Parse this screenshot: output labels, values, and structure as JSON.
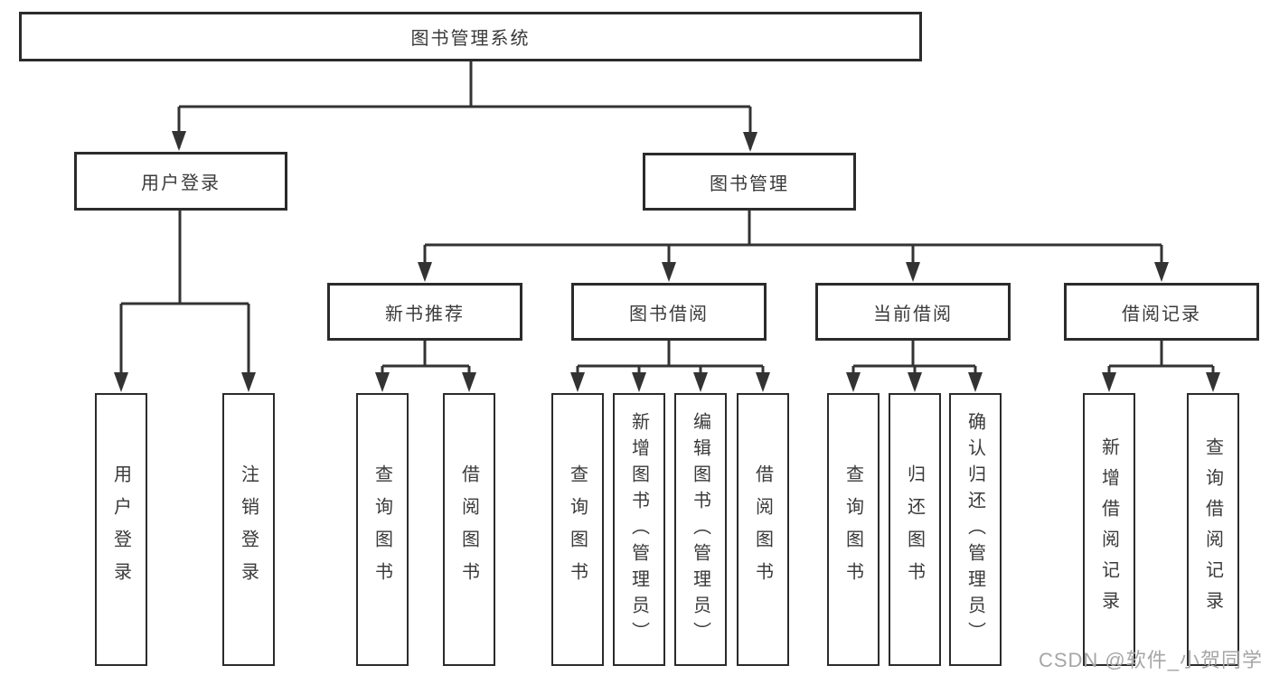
{
  "diagram": {
    "root": "图书管理系统",
    "branches": {
      "user_login": {
        "label": "用户登录",
        "children": [
          "用户登录",
          "注销登录"
        ]
      },
      "book_mgmt": {
        "label": "图书管理",
        "sections": [
          {
            "label": "新书推荐",
            "children": [
              "查询图书",
              "借阅图书"
            ]
          },
          {
            "label": "图书借阅",
            "children": [
              "查询图书",
              "新增图书（管理员）",
              "编辑图书（管理员）",
              "借阅图书"
            ]
          },
          {
            "label": "当前借阅",
            "children": [
              "查询图书",
              "归还图书",
              "确认归还（管理员）"
            ]
          },
          {
            "label": "借阅记录",
            "children": [
              "新增借阅记录",
              "查询借阅记录"
            ]
          }
        ]
      }
    },
    "watermark": "CSDN @软件_小贺同学",
    "colors": {
      "line": "#333333",
      "box_border": "#2b2b2b",
      "text": "#3a3a3a",
      "background": "#ffffff",
      "watermark": "#a6a6a6"
    }
  }
}
